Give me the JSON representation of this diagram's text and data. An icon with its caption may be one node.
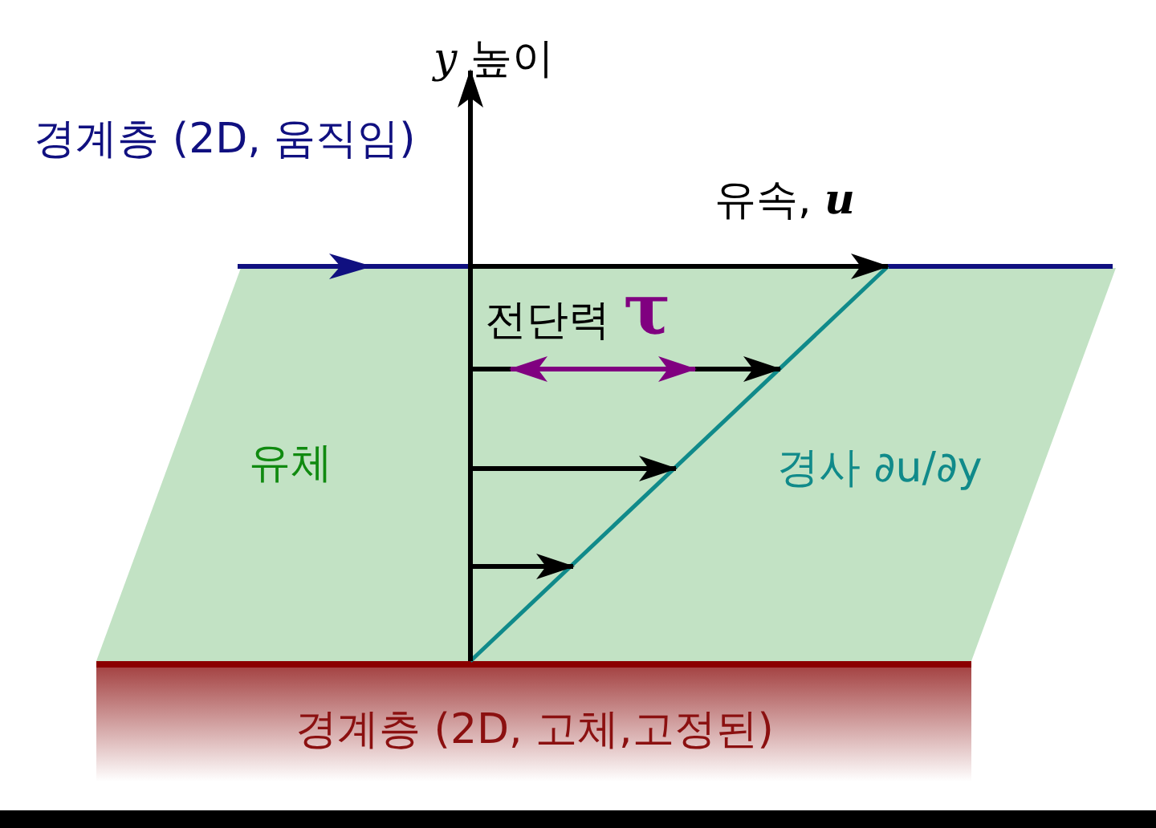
{
  "diagram": {
    "labels": [
      "*y* 높이",
      "경계층 (2D, 움직임)",
      "유속, **u**",
      "전단력 **τ**",
      "유체",
      "경사 ∂u/∂y",
      "경계층 (2D, 고체,고정된)"
    ]
  }
}
